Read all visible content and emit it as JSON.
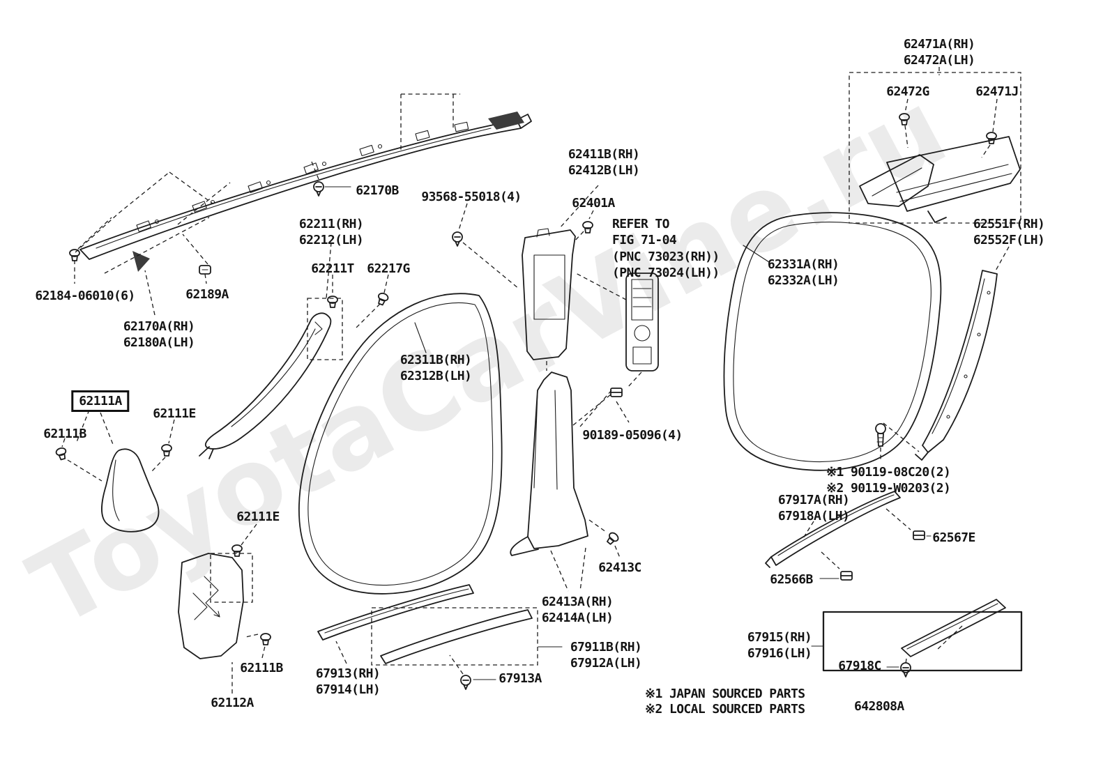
{
  "watermark": "ToyotaCarVine.ru",
  "footer": {
    "diagram_code": "642808A"
  },
  "legend": [
    "※1  JAPAN SOURCED PARTS",
    "※2  LOCAL SOURCED PARTS"
  ],
  "labels": {
    "p62471": "62471A(RH)\n62472A(LH)",
    "p62472G": "62472G",
    "p62471J": "62471J",
    "p62411": "62411B(RH)\n62412B(LH)",
    "p93568": "93568-55018(4)",
    "p62401A": "62401A",
    "refer": "REFER TO\nFIG 71-04\n(PNC 73023(RH))\n(PNC 73024(LH))",
    "p62170B": "62170B",
    "p62211": "62211(RH)\n62212(LH)",
    "p62211T": "62211T",
    "p62217G": "62217G",
    "p62184": "62184-06010(6)",
    "p62189A": "62189A",
    "p62170A": "62170A(RH)\n62180A(LH)",
    "p62331": "62331A(RH)\n62332A(LH)",
    "p62551": "62551F(RH)\n62552F(LH)",
    "p62311": "62311B(RH)\n62312B(LH)",
    "p62111A": "62111A",
    "p62111E1": "62111E",
    "p62111B1": "62111B",
    "p90189": "90189-05096(4)",
    "p90119": "※1 90119-08C20(2)\n※2 90119-W0203(2)",
    "p67917A": "67917A(RH)\n67918A(LH)",
    "p62567E": "62567E",
    "p62566B": "62566B",
    "p62111E2": "62111E",
    "p62413C": "62413C",
    "p62413A": "62413A(RH)\n62414A(LH)",
    "p62111B2": "62111B",
    "p62112A": "62112A",
    "p67913": "67913(RH)\n67914(LH)",
    "p67913A": "67913A",
    "p67911B": "67911B(RH)\n67912A(LH)",
    "p67915": "67915(RH)\n67916(LH)",
    "p67918C": "67918C"
  }
}
